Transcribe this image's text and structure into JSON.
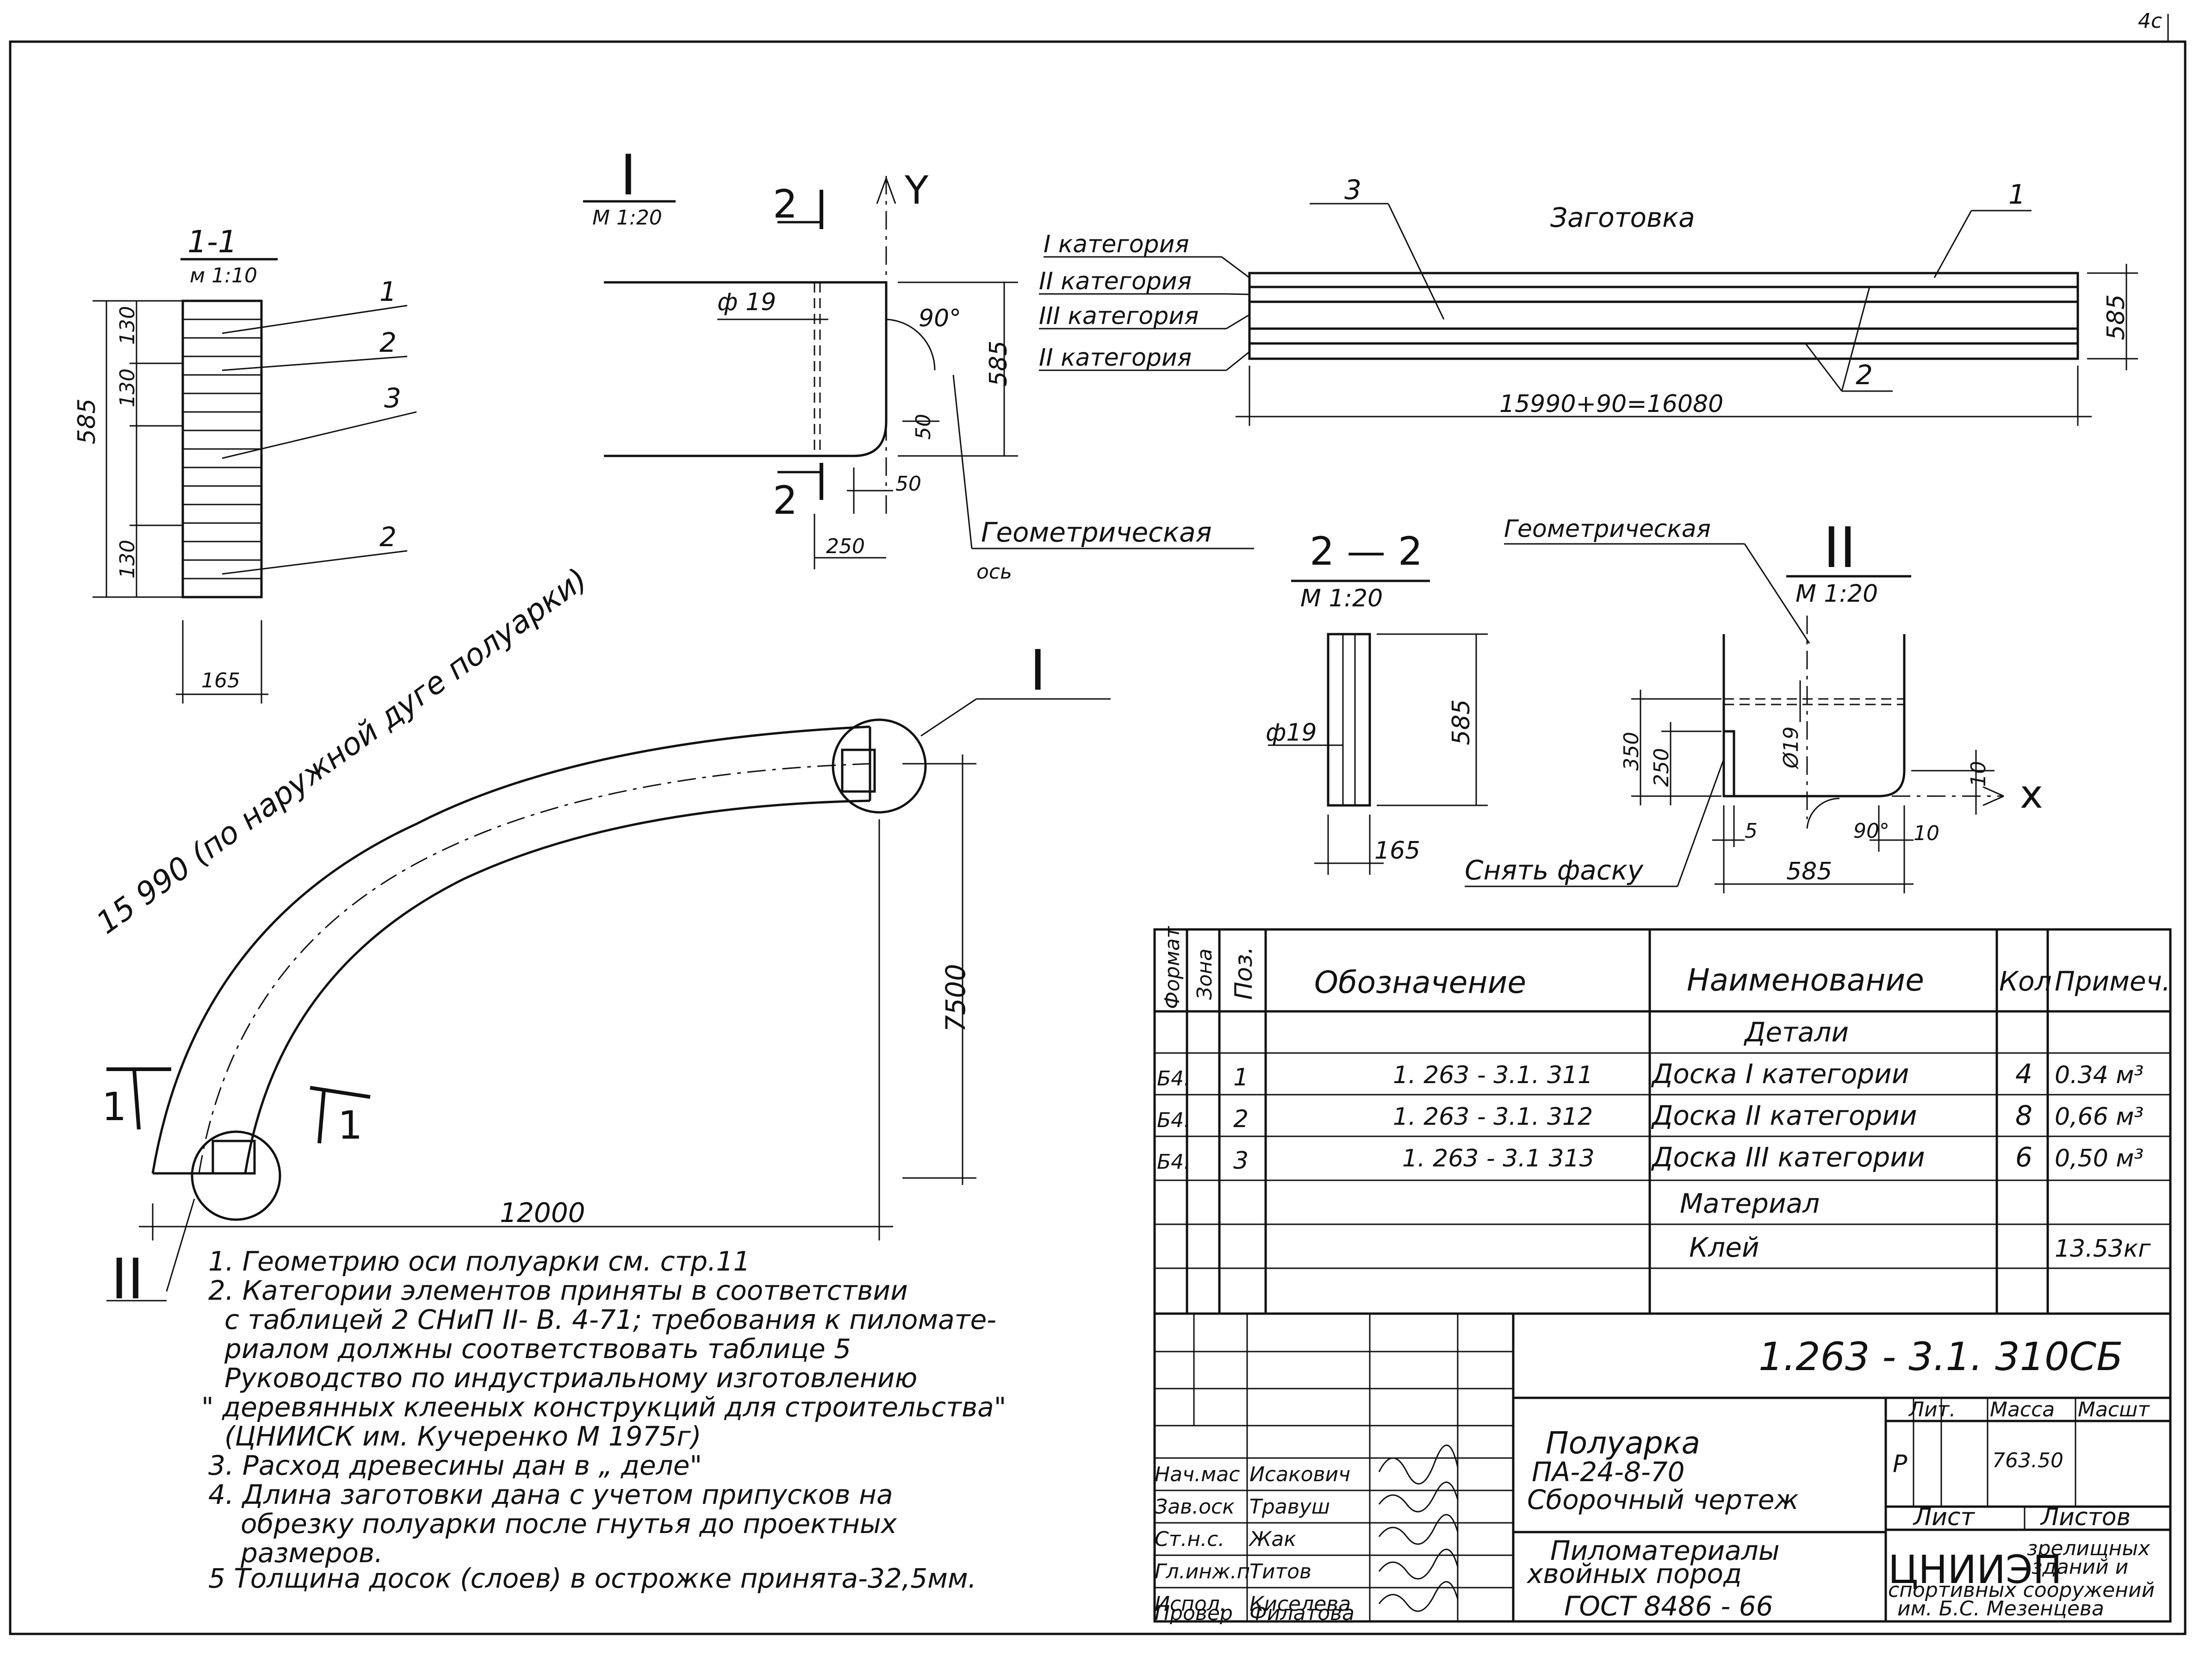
{
  "corner_mark": "4c",
  "section_1_1": {
    "title": "1-1",
    "scale": "м 1:10",
    "dim_total": "585",
    "dim_a": "130",
    "dim_b": "130",
    "dim_c": "130",
    "dim_width": "165",
    "pos1": "1",
    "pos2a": "2",
    "pos3": "3",
    "pos2b": "2"
  },
  "view_I": {
    "title": "I",
    "scale": "М 1:20",
    "phi": "ф 19",
    "angle": "90°",
    "dim_585": "585",
    "dim_50a": "50",
    "dim_50b": "50",
    "dim_250": "250",
    "axis_y": "Y",
    "cut_mark_top": "2",
    "cut_mark_bottom": "2",
    "geom_axis_1": "Геометрическая",
    "geom_axis_2": "ось"
  },
  "blank": {
    "title": "Заготовка",
    "cat1": "I категория",
    "cat2": "II категория",
    "cat3": "III категория",
    "cat4": "II категория",
    "pos3": "3",
    "pos1": "1",
    "pos2": "2",
    "dim_height": "585",
    "dim_length": "15990+90=16080"
  },
  "section_2_2": {
    "title": "2 — 2",
    "scale": "М 1:20",
    "phi": "ф19",
    "dim_585": "585",
    "dim_165": "165"
  },
  "view_II": {
    "title": "II",
    "scale": "М 1:20",
    "geom": "Геометрическая",
    "dim_350": "350",
    "dim_250": "250",
    "phi": "Ø19",
    "dim_10a": "10",
    "axis_x": "x",
    "dim_5": "5",
    "angle": "90°",
    "dim_10b": "10",
    "dim_585": "585",
    "chamfer": "Снять фаску"
  },
  "arch": {
    "outer_arc": "15 990 (по наружной дуге полуарки)",
    "height": "7500",
    "span": "12000",
    "callout_I": "I",
    "callout_II": "II",
    "section_mark": "1"
  },
  "notes": [
    "1. Геометрию оси полуарки см. стр.11",
    "2. Категории элементов приняты в соответствии",
    "с таблицей 2 СНиП II- В. 4-71; требования к пиломате-",
    "риалом должны соответствовать таблице 5",
    "Руководство по индустриальному изготовлению",
    "\" деревянных клееных конструкций для строительства\"",
    "(ЦНИИСК им. Кучеренко М 1975г)",
    "3. Расход древесины дан в „ деле\"",
    "4. Длина заготовки дана с учетом припусков на",
    "обрезку полуарки после гнутья до проектных",
    "размеров.",
    "5 Толщина досок (слоев) в острожке принята-32,5мм."
  ],
  "spec": {
    "headers": {
      "format": "Формат",
      "zone": "Зона",
      "pos": "Поз.",
      "designation": "Обозначение",
      "name": "Наименование",
      "qty": "Кол",
      "note": "Примеч."
    },
    "section_parts": "Детали",
    "rows": [
      {
        "format": "Б4.",
        "pos": "1",
        "designation": "1. 263 - 3.1. 311",
        "name": "Доска I категории",
        "qty": "4",
        "note": "0.34 м³"
      },
      {
        "format": "Б4.",
        "pos": "2",
        "designation": "1. 263 - 3.1. 312",
        "name": "Доска II категории",
        "qty": "8",
        "note": "0,66 м³"
      },
      {
        "format": "Б4.",
        "pos": "3",
        "designation": "1. 263 - 3.1 313",
        "name": "Доска III категории",
        "qty": "6",
        "note": "0,50 м³"
      }
    ],
    "section_material": "Материал",
    "material": {
      "name": "Клей",
      "note": "13.53кг"
    }
  },
  "title_block": {
    "doc_code": "1.263 - 3.1. 310СБ",
    "object_1": "Полуарка",
    "object_2": "ПА-24-8-70",
    "object_3": "Сборочный чертеж",
    "lit_label": "Лит.",
    "mass_label": "Масса",
    "scale_label": "Масшт",
    "lit_value": "Р",
    "mass_value": "763.50",
    "sheet_label": "Лист",
    "sheets_label": "Листов",
    "material_1": "Пиломатериалы",
    "material_2": "хвойных пород",
    "material_3": "ГОСТ 8486 - 66",
    "org_logo": "ЦНИИЭП",
    "org_1": "зрелищных",
    "org_2": "зданий и",
    "org_3": "спортивных сооружений",
    "org_4": "им. Б.С. Мезенцева",
    "signatures": [
      {
        "role": "Нач.мас",
        "name": "Исакович"
      },
      {
        "role": "Зав.оск",
        "name": "Травуш"
      },
      {
        "role": "Ст.н.с.",
        "name": "Жак"
      },
      {
        "role": "Гл.инж.п",
        "name": "Титов"
      },
      {
        "role": "Испол.",
        "name": "Киселева"
      },
      {
        "role": "Провер",
        "name": "Филатова"
      }
    ]
  }
}
